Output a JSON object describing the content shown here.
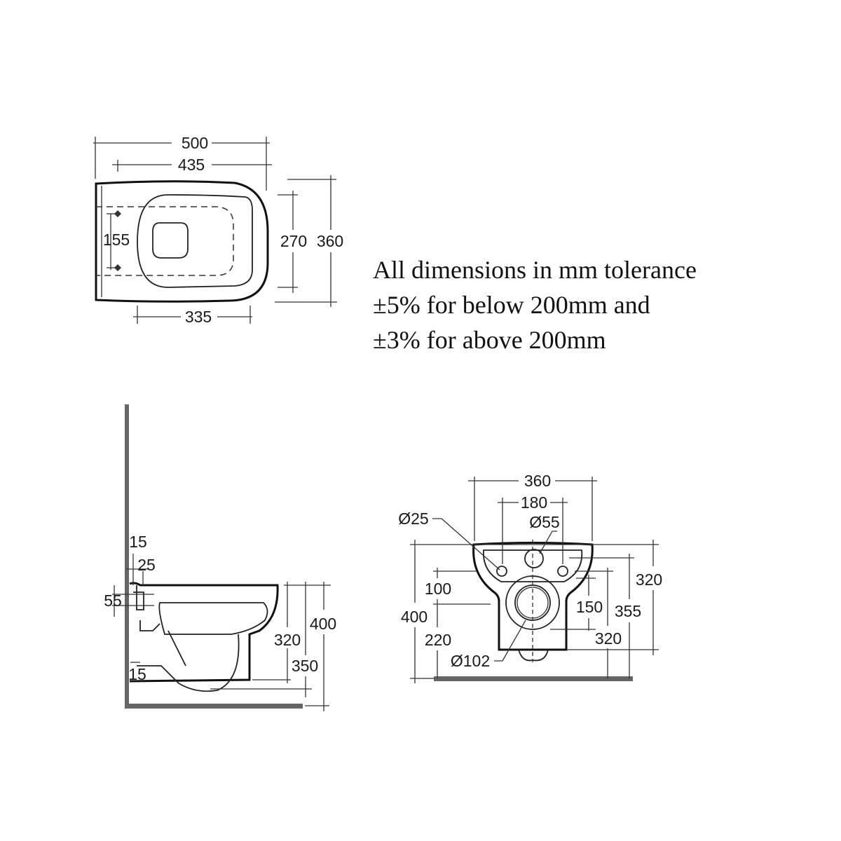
{
  "top_view": {
    "width_overall": "500",
    "width_seat": "435",
    "fixing_centres": "155",
    "seat_length": "335",
    "depth_inner": "270",
    "depth_overall": "360"
  },
  "note": {
    "lines": [
      "All dimensions in mm tolerance",
      "±5% for below 200mm and",
      "±3% for above 200mm"
    ]
  },
  "side_view": {
    "d15_top": "15",
    "d25": "25",
    "d55": "55",
    "d320": "320",
    "d400": "400",
    "d350": "350",
    "d15_bottom": "15"
  },
  "front_view": {
    "width": "360",
    "fixing_centres": "180",
    "dia_inlet": "Ø55",
    "dia_fixing": "Ø25",
    "d100": "100",
    "d400": "400",
    "d220": "220",
    "dia_outlet": "Ø102",
    "d320_right": "320",
    "d150": "150",
    "d355": "355",
    "d320_inner": "320"
  }
}
